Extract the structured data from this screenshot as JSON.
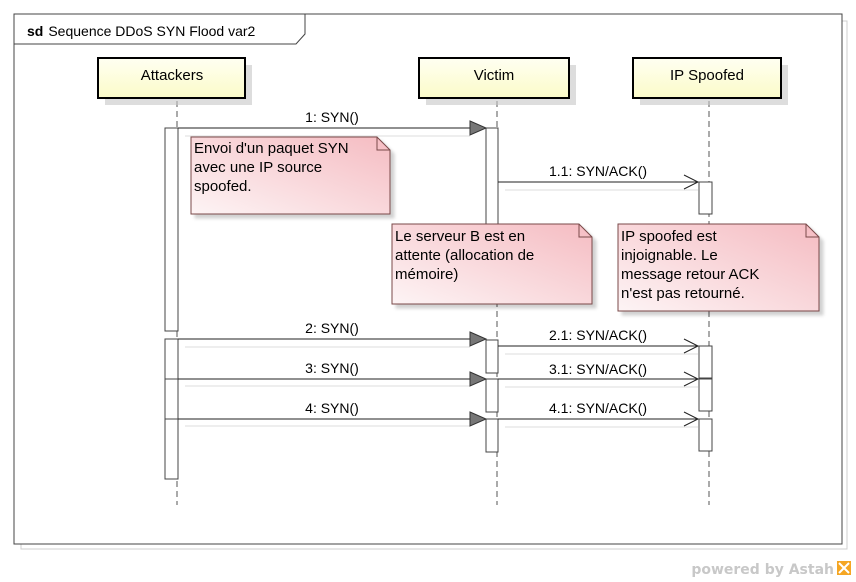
{
  "frame": {
    "keyword": "sd",
    "title": "Sequence DDoS SYN Flood var2"
  },
  "lifelines": [
    {
      "name": "Attackers"
    },
    {
      "name": "Victim"
    },
    {
      "name": "IP Spoofed"
    }
  ],
  "messages": [
    {
      "label": "1: SYN()"
    },
    {
      "label": "1.1: SYN/ACK()"
    },
    {
      "label": "2: SYN()"
    },
    {
      "label": "2.1: SYN/ACK()"
    },
    {
      "label": "3: SYN()"
    },
    {
      "label": "3.1: SYN/ACK()"
    },
    {
      "label": "4: SYN()"
    },
    {
      "label": "4.1: SYN/ACK()"
    }
  ],
  "notes": [
    {
      "lines": [
        "Envoi d'un paquet SYN",
        "avec une IP source",
        "spoofed."
      ]
    },
    {
      "lines": [
        "Le serveur B est en",
        "attente (allocation de",
        "mémoire)"
      ]
    },
    {
      "lines": [
        "IP spoofed est",
        "injoignable. Le",
        "message retour ACK",
        "n'est pas retourné."
      ]
    }
  ],
  "footer": {
    "text": "powered by Astah"
  },
  "colors": {
    "lifeline_fill": "#fefee0",
    "note_fill_top": "#f6c8cc",
    "note_fill_bottom": "#fdf0f1",
    "note_border": "#c06060",
    "line": "#333333",
    "footer_logo": "#f5a623"
  }
}
